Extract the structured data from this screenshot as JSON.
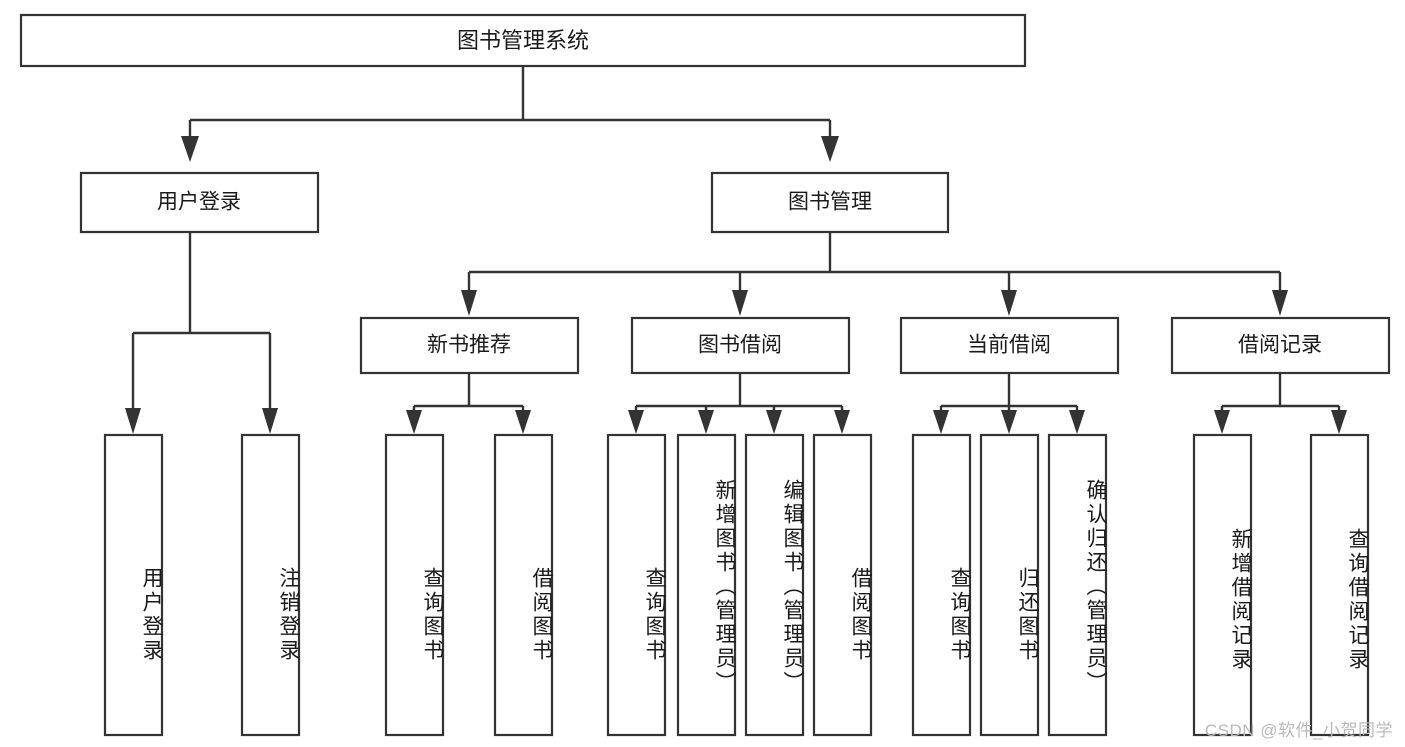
{
  "diagram": {
    "title": "图书管理系统",
    "type": "tree",
    "watermark": "CSDN @软件_小贺同学",
    "colors": {
      "stroke": "#333333",
      "box_fill": "#ffffff",
      "text": "#1a1a1a",
      "background": "#ffffff",
      "watermark": "#b9b9b9"
    },
    "root": {
      "label": "图书管理系统",
      "orientation": "horizontal"
    },
    "level1": [
      {
        "label": "用户登录",
        "orientation": "horizontal"
      },
      {
        "label": "图书管理",
        "orientation": "horizontal"
      }
    ],
    "level2": [
      {
        "label": "新书推荐",
        "orientation": "horizontal",
        "parent": "图书管理"
      },
      {
        "label": "图书借阅",
        "orientation": "horizontal",
        "parent": "图书管理"
      },
      {
        "label": "当前借阅",
        "orientation": "horizontal",
        "parent": "图书管理"
      },
      {
        "label": "借阅记录",
        "orientation": "horizontal",
        "parent": "图书管理"
      }
    ],
    "leaves": {
      "user_login": [
        {
          "label": "用户登录",
          "orientation": "vertical"
        },
        {
          "label": "注销登录",
          "orientation": "vertical"
        }
      ],
      "new_book_recommend": [
        {
          "label": "查询图书",
          "orientation": "vertical"
        },
        {
          "label": "借阅图书",
          "orientation": "vertical"
        }
      ],
      "book_borrow": [
        {
          "label": "查询图书",
          "orientation": "vertical"
        },
        {
          "label": "新增图书（管理员）",
          "orientation": "vertical"
        },
        {
          "label": "编辑图书（管理员）",
          "orientation": "vertical"
        },
        {
          "label": "借阅图书",
          "orientation": "vertical"
        }
      ],
      "current_borrow": [
        {
          "label": "查询图书",
          "orientation": "vertical"
        },
        {
          "label": "归还图书",
          "orientation": "vertical"
        },
        {
          "label": "确认归还（管理员）",
          "orientation": "vertical"
        }
      ],
      "borrow_record": [
        {
          "label": "新增借阅记录",
          "orientation": "vertical"
        },
        {
          "label": "查询借阅记录",
          "orientation": "vertical"
        }
      ]
    }
  }
}
